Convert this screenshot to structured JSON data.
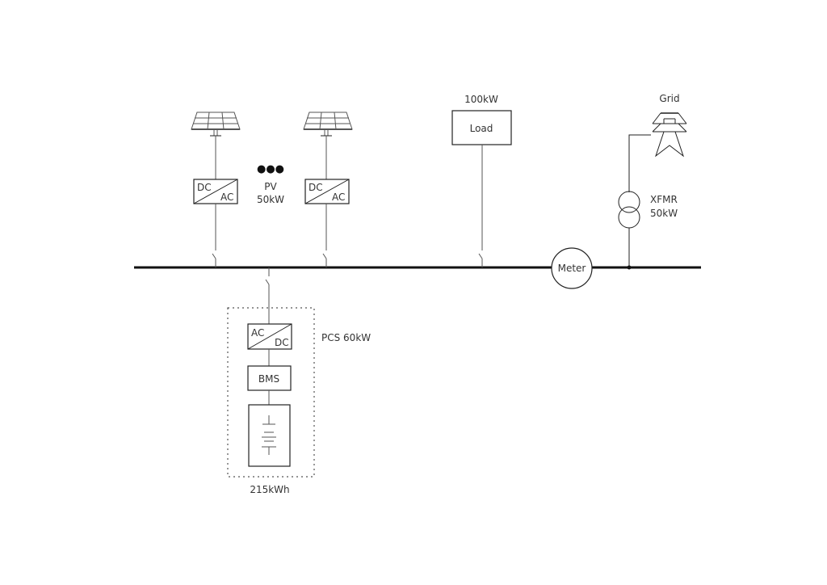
{
  "diagram": {
    "type": "single-line electrical diagram",
    "colors": {
      "line": "#222222",
      "text": "#333333",
      "background": "#ffffff"
    },
    "pv": {
      "label": "PV",
      "rating": "50kW",
      "ellipsis": "●●●",
      "units": [
        {
          "icon": "solar-panel-icon",
          "converter_top": "DC",
          "converter_bottom": "AC"
        },
        {
          "icon": "solar-panel-icon",
          "converter_top": "DC",
          "converter_bottom": "AC"
        }
      ]
    },
    "load": {
      "label": "Load",
      "rating": "100kW"
    },
    "grid": {
      "label": "Grid",
      "icon": "transmission-tower-icon"
    },
    "transformer": {
      "label": "XFMR",
      "rating": "50kW",
      "icon": "transformer-icon"
    },
    "meter": {
      "label": "Meter"
    },
    "storage": {
      "pcs_label": "PCS 60kW",
      "converter_top": "AC",
      "converter_bottom": "DC",
      "bms_label": "BMS",
      "battery_icon": "battery-icon",
      "capacity": "215kWh"
    }
  }
}
